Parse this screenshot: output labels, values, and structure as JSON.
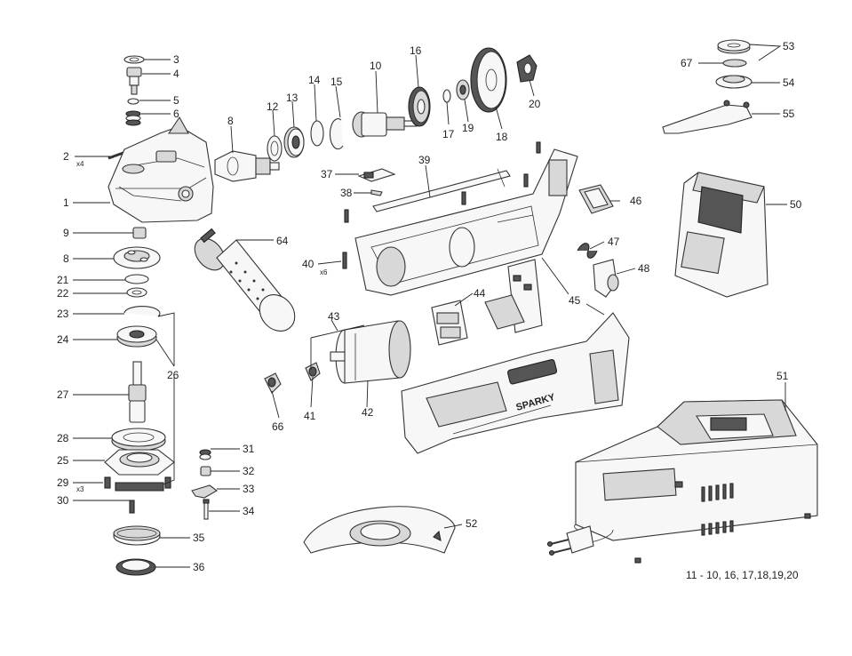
{
  "diagram": {
    "footnote": "11 - 10, 16, 17,18,19,20",
    "quantity_notes": {
      "screws_2": "x4",
      "screws_29": "x3",
      "screws_40": "x6"
    },
    "brand_on_handle": "SPARKY",
    "parts": {
      "p1": "1",
      "p2": "2",
      "p3": "3",
      "p4": "4",
      "p5": "5",
      "p6": "6",
      "p8a": "8",
      "p8b": "8",
      "p9": "9",
      "p10": "10",
      "p12": "12",
      "p13": "13",
      "p14": "14",
      "p15": "15",
      "p16": "16",
      "p17": "17",
      "p18": "18",
      "p19": "19",
      "p20": "20",
      "p21": "21",
      "p22": "22",
      "p23": "23",
      "p24": "24",
      "p25": "25",
      "p26": "26",
      "p27": "27",
      "p28": "28",
      "p29": "29",
      "p30": "30",
      "p31": "31",
      "p32": "32",
      "p33": "33",
      "p34": "34",
      "p35": "35",
      "p36": "36",
      "p37": "37",
      "p38": "38",
      "p39": "39",
      "p40": "40",
      "p41": "41",
      "p42": "42",
      "p43": "43",
      "p44": "44",
      "p45": "45",
      "p46": "46",
      "p47": "47",
      "p48": "48",
      "p50": "50",
      "p51": "51",
      "p52": "52",
      "p53": "53",
      "p54": "54",
      "p55": "55",
      "p64": "64",
      "p66": "66",
      "p67": "67"
    },
    "colors": {
      "line": "#222222",
      "part_fill": "#f7f7f7",
      "shade": "#d8d8d8",
      "dark": "#555555"
    }
  }
}
